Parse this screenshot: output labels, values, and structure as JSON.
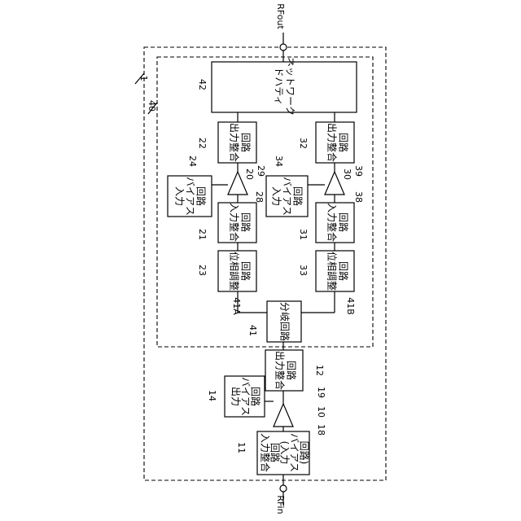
{
  "terminals": {
    "rf_out": "RFout",
    "rf_in": "RFin"
  },
  "refs": {
    "module": "1",
    "doherty_group": "40",
    "doherty_network": "42",
    "out_match_main": "22",
    "out_match_peak": "32",
    "amp_main": "20",
    "amp_main_in": "28",
    "amp_main_out": "29",
    "amp_peak": "30",
    "amp_peak_in": "38",
    "amp_peak_out": "39",
    "bias_main": "24",
    "bias_peak": "34",
    "in_match_main": "21",
    "in_match_peak": "31",
    "phase_main": "23",
    "phase_peak": "33",
    "splitter": "41",
    "split_a": "41A",
    "split_b": "41B",
    "driver_out_match": "12",
    "driver_bias": "14",
    "driver_amp": "10",
    "driver_amp_out": "19",
    "driver_amp_in": "18",
    "driver_in_match": "11"
  },
  "blocks": {
    "doherty_network": [
      "ドハティ",
      "ネットワーク"
    ],
    "out_match": [
      "出力整合",
      "回路"
    ],
    "in_match": [
      "入力整合",
      "回路"
    ],
    "phase_adjust": [
      "位相調整",
      "回路"
    ],
    "input_bias": [
      "入力",
      "バイアス",
      "回路"
    ],
    "output_bias": [
      "出力",
      "バイアス",
      "回路"
    ],
    "splitter": [
      "分岐回路"
    ],
    "driver_in_match": [
      "入力整合",
      "回路",
      "(入力",
      "バイアス",
      "回路)"
    ]
  }
}
